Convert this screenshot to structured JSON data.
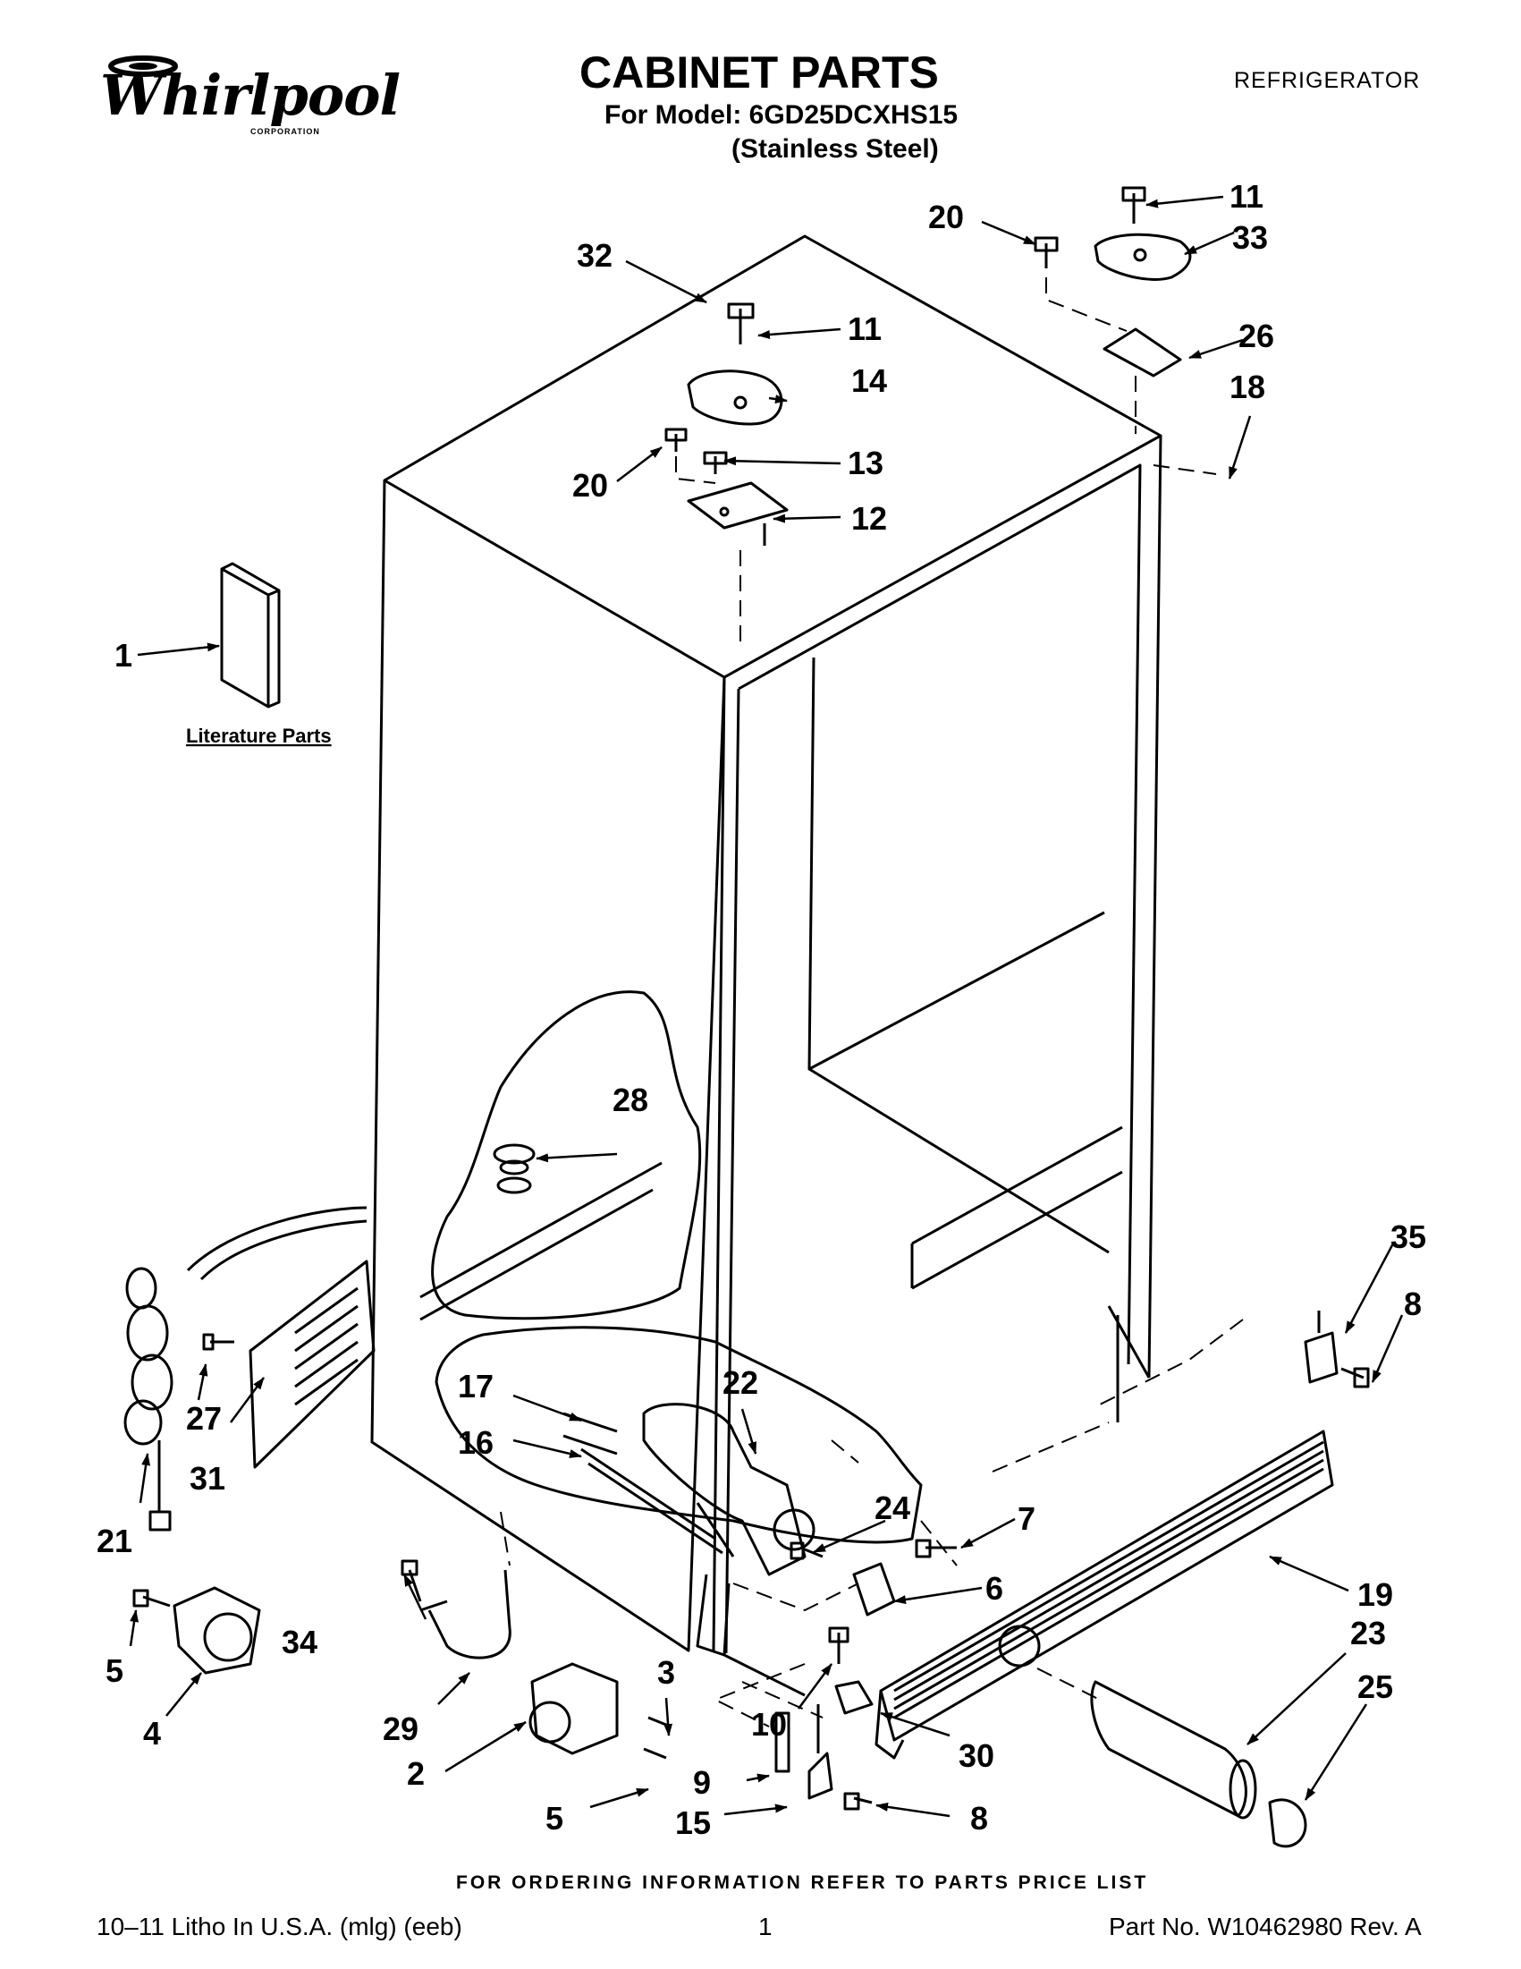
{
  "header": {
    "brand": "Whirlpool",
    "brand_sub": "CORPORATION",
    "title": "CABINET PARTS",
    "model_line": "For Model: 6GD25DCXHS15",
    "finish": "(Stainless Steel)",
    "category": "REFRIGERATOR"
  },
  "diagram": {
    "literature_label": "Literature Parts",
    "callouts": [
      "1",
      "2",
      "3",
      "4",
      "5",
      "5",
      "6",
      "7",
      "8",
      "8",
      "9",
      "10",
      "11",
      "11",
      "12",
      "13",
      "14",
      "15",
      "16",
      "17",
      "18",
      "19",
      "20",
      "20",
      "21",
      "22",
      "23",
      "24",
      "25",
      "26",
      "27",
      "28",
      "29",
      "30",
      "31",
      "32",
      "33",
      "34",
      "35"
    ]
  },
  "footer": {
    "ordering_note": "FOR ORDERING INFORMATION REFER TO PARTS PRICE LIST",
    "litho": "10–11 Litho In U.S.A. (mlg) (eeb)",
    "page_number": "1",
    "part_number": "Part No. W10462980 Rev. A"
  }
}
